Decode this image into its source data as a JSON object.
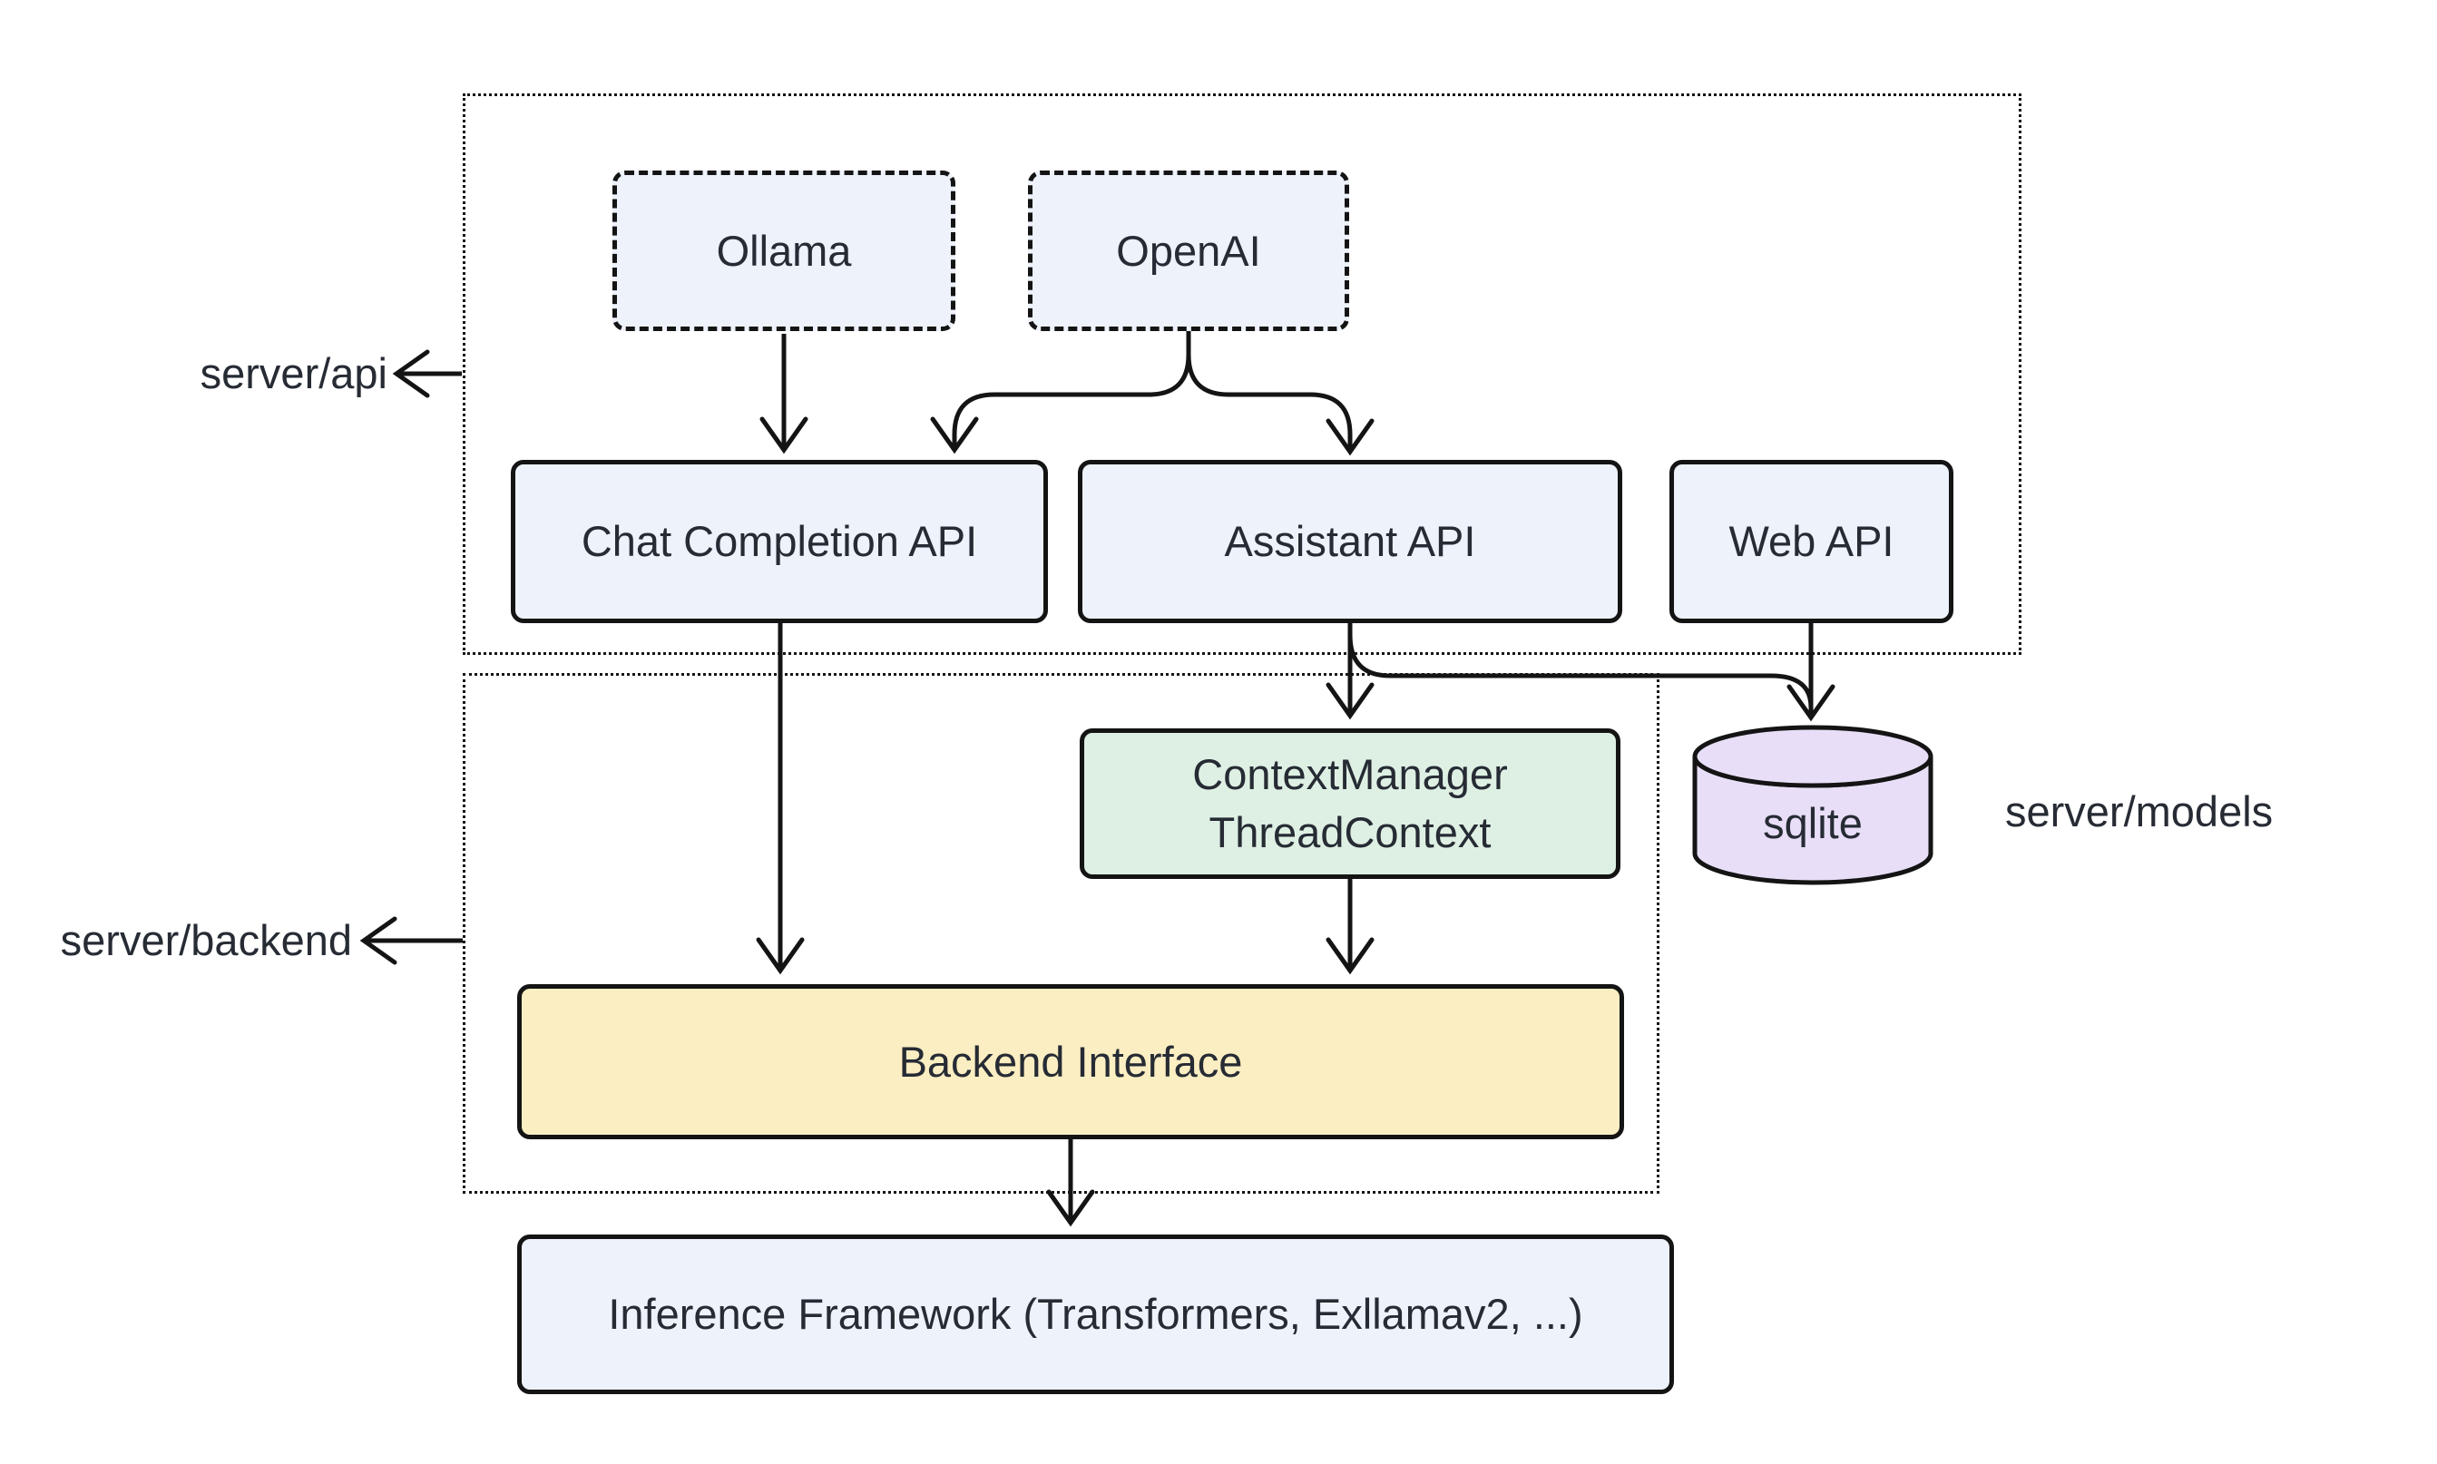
{
  "colors": {
    "stroke": "#141414",
    "text": "#262b34",
    "node-blue": "#edf2fb",
    "node-green": "#def0e3",
    "node-yellow": "#fbeec2",
    "node-purple": "#e8def7",
    "bg": "#ffffff"
  },
  "containers": {
    "api": {
      "label": "server/api"
    },
    "backend": {
      "label": "server/backend"
    },
    "models": {
      "label": "server/models"
    }
  },
  "nodes": {
    "ollama": {
      "label": "Ollama"
    },
    "openai": {
      "label": "OpenAI"
    },
    "chat_completion": {
      "label": "Chat Completion API"
    },
    "assistant": {
      "label": "Assistant API"
    },
    "web": {
      "label": "Web API"
    },
    "context_manager": {
      "line1": "ContextManager",
      "line2": "ThreadContext"
    },
    "backend_interface": {
      "label": "Backend Interface"
    },
    "sqlite": {
      "label": "sqlite"
    },
    "inference": {
      "label": "Inference Framework (Transformers, Exllamav2, ...)"
    }
  }
}
